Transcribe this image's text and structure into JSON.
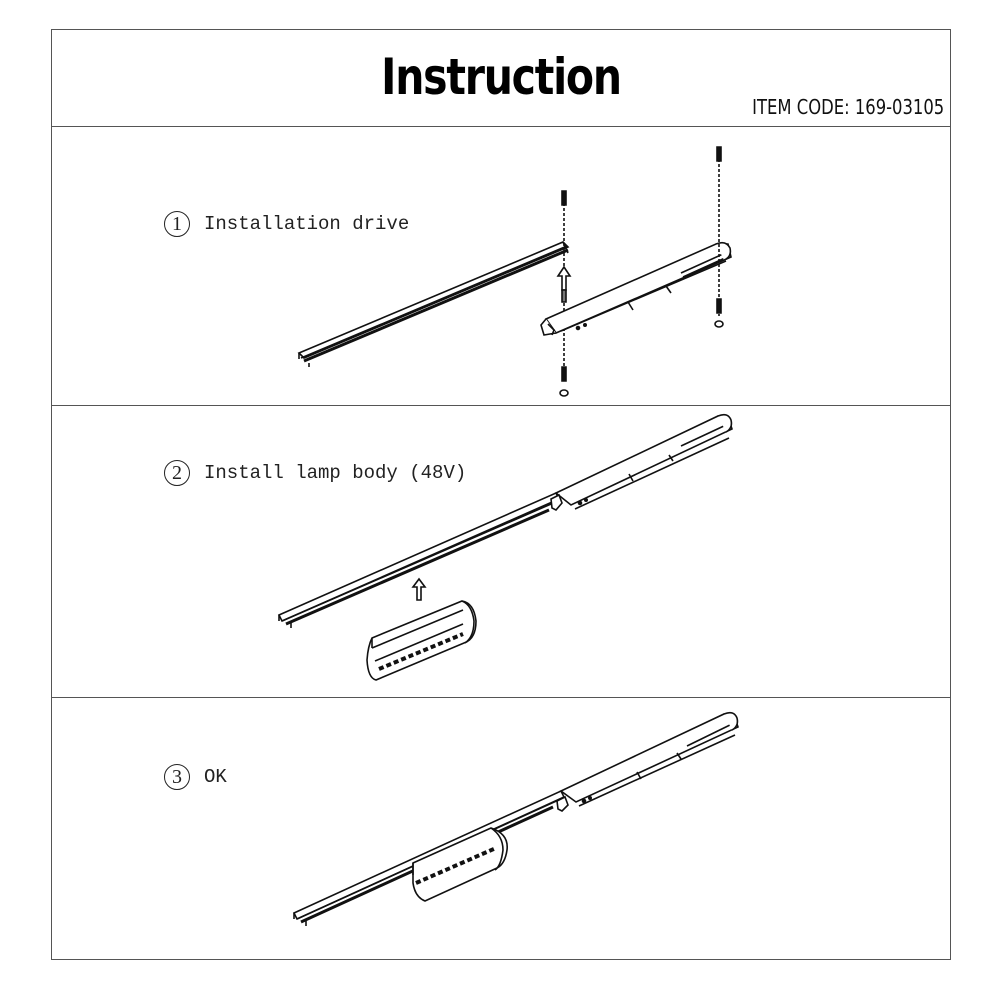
{
  "header": {
    "title": "Instruction",
    "item_code": "ITEM CODE: 169-03105"
  },
  "steps": [
    {
      "number": "1",
      "label": "Installation drive",
      "illustration": "track-rail-and-driver-with-screws"
    },
    {
      "number": "2",
      "label": "Install lamp body (48V)",
      "illustration": "lamp-module-inserted-into-track"
    },
    {
      "number": "3",
      "label": "OK",
      "illustration": "assembled-track-with-lamp"
    }
  ],
  "colors": {
    "line": "#111111",
    "border": "#555555",
    "background": "#ffffff"
  }
}
